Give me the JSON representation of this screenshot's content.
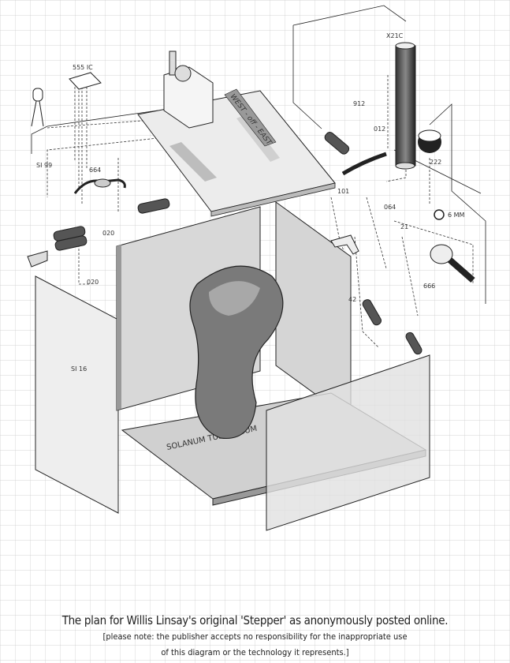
{
  "caption": {
    "title": "The plan for Willis Linsay's original 'Stepper' as anonymously posted online.",
    "note_line1": "[please note: the publisher accepts no responsibility for the inappropriate use",
    "note_line2": "of this diagram or the technology it represents.]"
  },
  "labels": {
    "ic": "555 IC",
    "si99": "SI 99",
    "p664": "664",
    "p020a": "020",
    "p020b": "020",
    "si16": "SI 16",
    "x21c": "X21C",
    "p912": "912",
    "p012": "012",
    "p222": "222",
    "p101": "101",
    "p064": "064",
    "p21": "21",
    "mm6": "6 MM",
    "p666": "666",
    "p42": "42",
    "potato": "SOLANUM TUBEROSUM",
    "switch": "WEST - off - EAST"
  }
}
